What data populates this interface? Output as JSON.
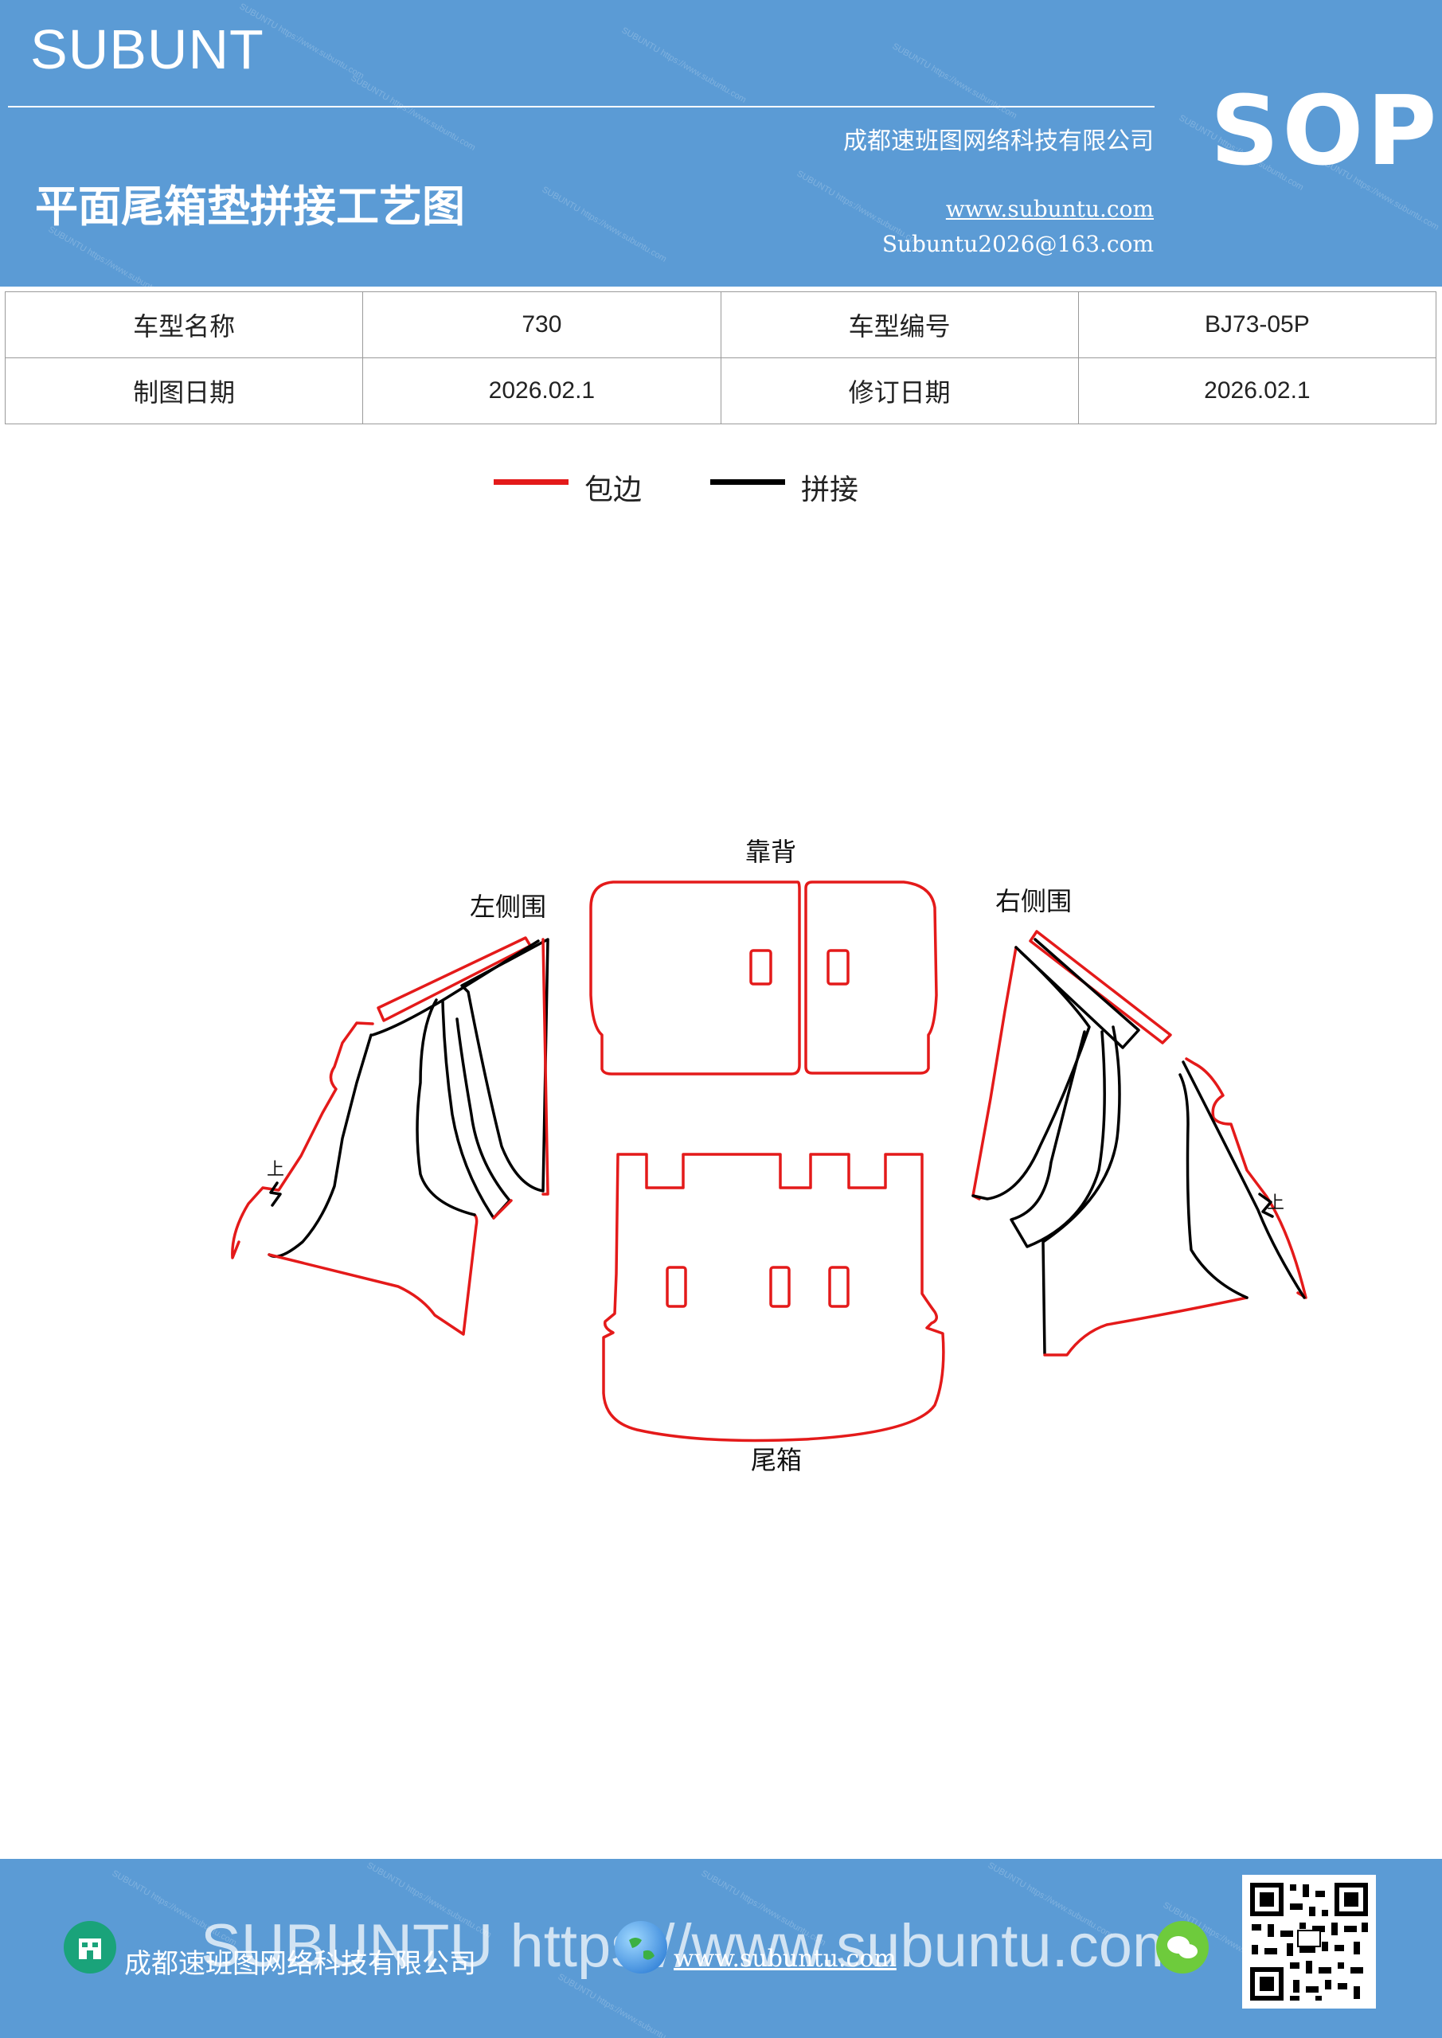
{
  "header": {
    "brand": "SUBUNT",
    "badge": "SOP",
    "title": "平面尾箱垫拼接工艺图",
    "company": "成都速班图网络科技有限公司",
    "website": "www.subuntu.com",
    "email": "Subuntu2026@163.com"
  },
  "info_table": {
    "rows": [
      [
        {
          "label": "车型名称",
          "value": "730"
        },
        {
          "label": "车型编号",
          "value": "BJ73-05P"
        }
      ],
      [
        {
          "label": "制图日期",
          "value": "2026.02.1"
        },
        {
          "label": "修订日期",
          "value": "2026.02.1"
        }
      ]
    ]
  },
  "legend": [
    {
      "label": "包边",
      "color": "#e41a1a"
    },
    {
      "label": "拼接",
      "color": "#000000"
    }
  ],
  "diagram": {
    "labels": {
      "backrest": "靠背",
      "left_side": "左侧围",
      "right_side": "右侧围",
      "trunk": "尾箱",
      "left_up": "上",
      "right_up": "上"
    },
    "colors": {
      "edge": "#e41a1a",
      "seam": "#000000"
    }
  },
  "footer": {
    "company": "成都速班图网络科技有限公司",
    "website": "www.subuntu.com",
    "watermark": "SUBUNTU https://www.subuntu.com"
  }
}
